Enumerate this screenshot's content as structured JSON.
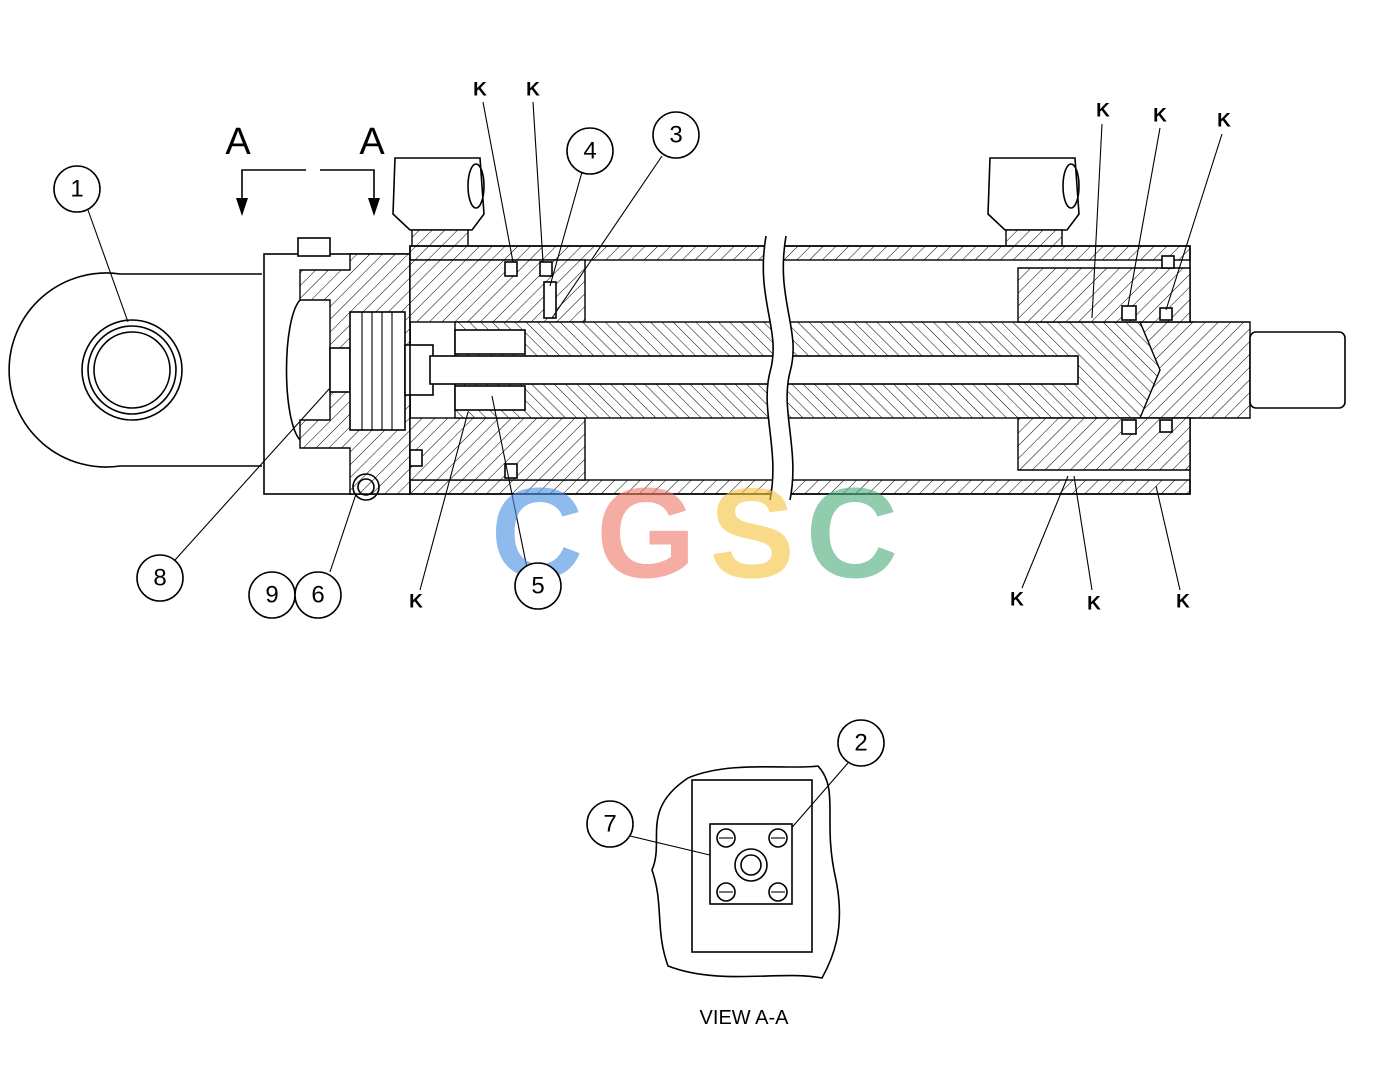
{
  "section_marks": [
    "A",
    "A"
  ],
  "callouts": [
    "1",
    "2",
    "3",
    "4",
    "5",
    "6",
    "7",
    "8",
    "9"
  ],
  "k_label": "K",
  "view_caption": "VIEW A-A",
  "watermark": {
    "letters": [
      "C",
      "G",
      "S",
      "C"
    ],
    "colors": [
      "#4a90e2",
      "#f07a6a",
      "#f5c542",
      "#4fae7f"
    ]
  }
}
